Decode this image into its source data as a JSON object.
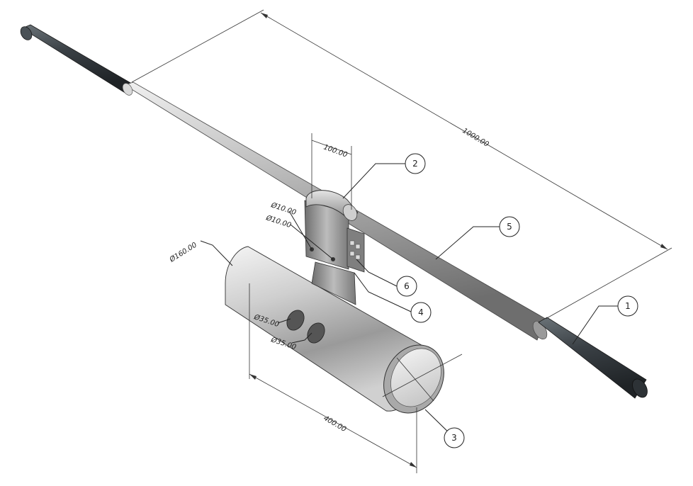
{
  "drawing": {
    "dimensions": {
      "overall_length": "1000.00",
      "clamp_width": "100.00",
      "hole_a": "Ø10.00",
      "hole_b": "Ø10.00",
      "cylinder_diameter": "Ø160.00",
      "port_a": "Ø35.00",
      "port_b": "Ø35.00",
      "cylinder_length": "400.00"
    },
    "balloons": [
      "1",
      "2",
      "3",
      "4",
      "5",
      "6"
    ],
    "colors": {
      "rod_dark": "#3a4045",
      "rod_light": "#c9c9c9",
      "cylinder": "#b8b8b8",
      "bracket": "#8e8e8e",
      "line": "#222222"
    }
  }
}
